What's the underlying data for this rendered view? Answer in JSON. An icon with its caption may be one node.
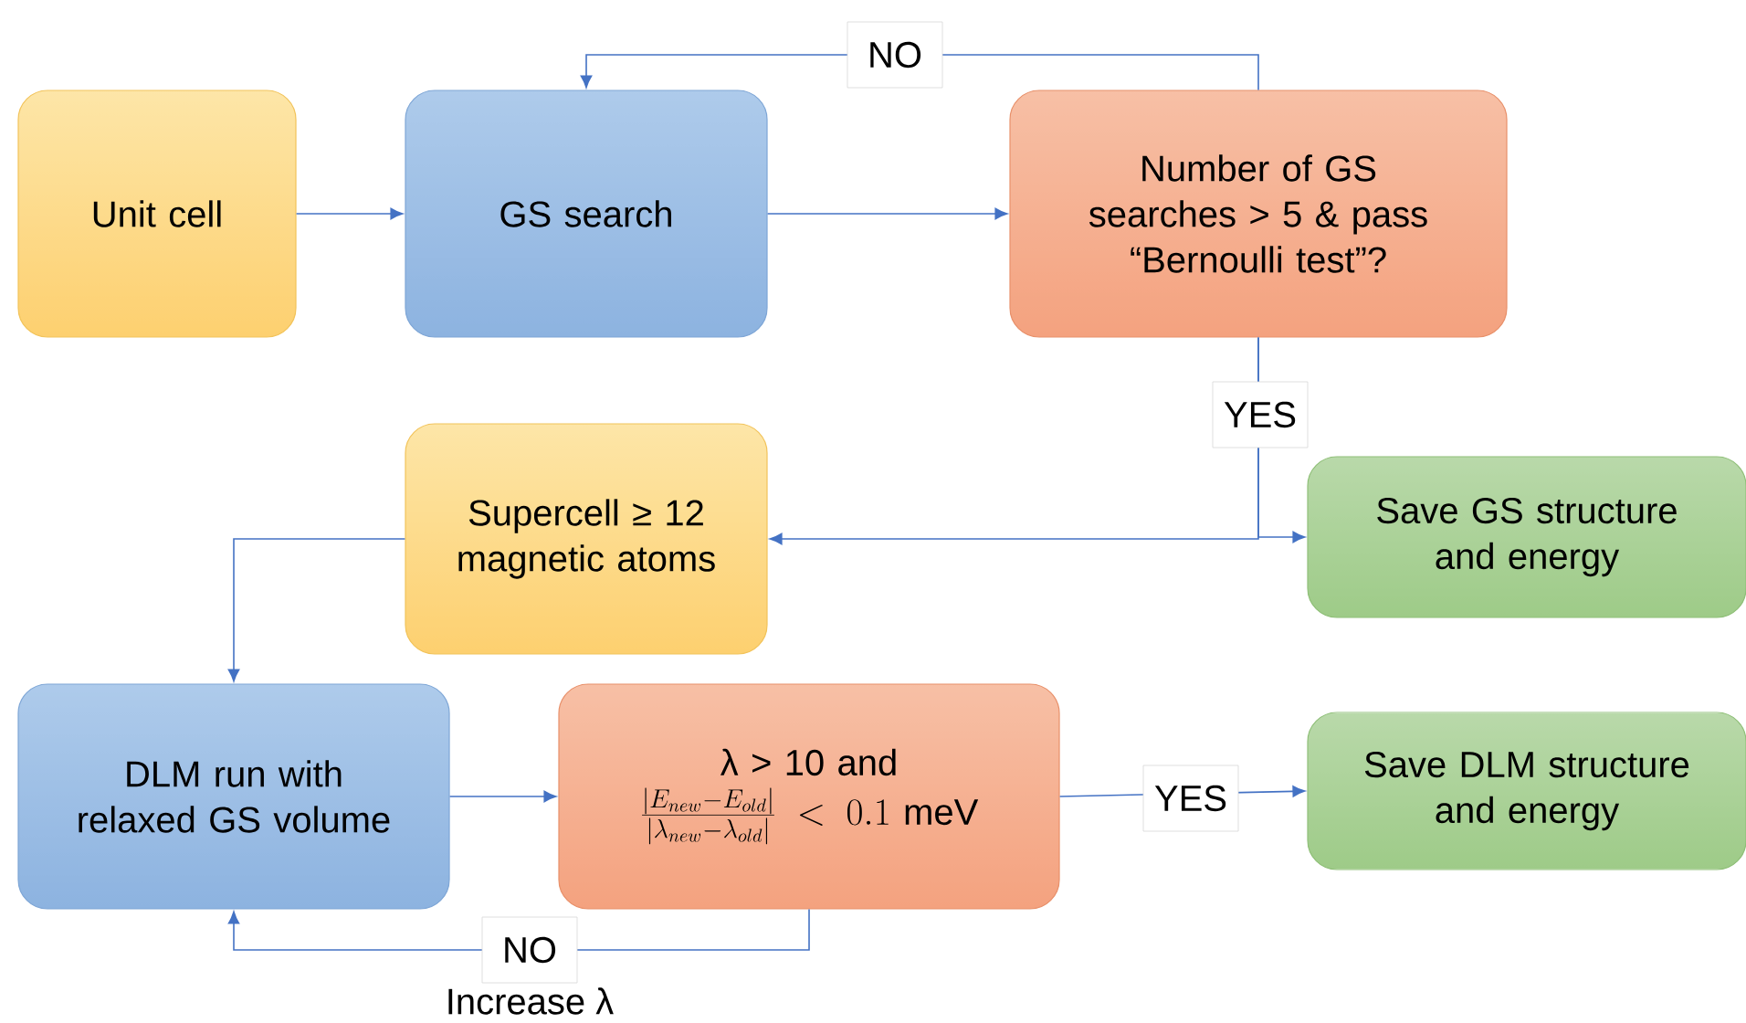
{
  "diagram": {
    "nodes": [
      {
        "text": [
          "Unit cell"
        ]
      },
      {
        "text": [
          "GS search"
        ]
      },
      {
        "text": [
          "Number of GS searches > 5 & pass “Bernoulli test”?"
        ]
      },
      {
        "text": [
          "Supercell ≥ 12 magnetic atoms"
        ]
      },
      {
        "text": [
          "Save GS structure and energy"
        ]
      },
      {
        "text": [
          "DLM run with relaxed GS volume"
        ]
      },
      {
        "text": [
          "λ > 10 and",
          "\\frac{|E_{new}-E_{old}|}{|\\lambda_{new}-\\lambda_{old}|} < 0.1\\ \\mathrm{meV}"
        ]
      },
      {
        "text": [
          "Save DLM structure and energy"
        ]
      }
    ],
    "edges": [
      {
        "from": 0,
        "to": 1,
        "arrow": "to"
      },
      {
        "from": 1,
        "to": 2,
        "arrow": "to"
      },
      {
        "from": 2,
        "to": 1,
        "arrow": "to",
        "label": "NO"
      },
      {
        "from": 2,
        "to": 4,
        "arrow": "to",
        "label": "YES"
      },
      {
        "from": 2,
        "to": 3,
        "arrow": "to"
      },
      {
        "from": 3,
        "to": 5,
        "arrow": "to"
      },
      {
        "from": 5,
        "to": 6,
        "arrow": "to"
      },
      {
        "from": 6,
        "to": 7,
        "arrow": "to",
        "label": "YES"
      },
      {
        "from": 6,
        "to": 5,
        "arrow": "to",
        "label": "NO"
      }
    ],
    "labels": [
      "Increase λ"
    ]
  }
}
